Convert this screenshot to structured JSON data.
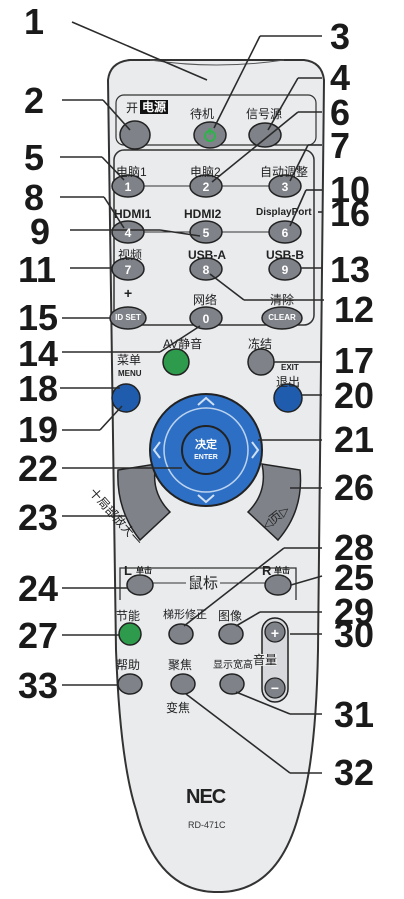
{
  "labels": {
    "open": "开",
    "power": "电源",
    "standby": "待机",
    "source": "信号源",
    "pc1": "电脑1",
    "pc2": "电脑2",
    "auto_adjust": "自动调整",
    "hdmi1": "HDMI1",
    "hdmi2": "HDMI2",
    "displayport": "DisplayPort",
    "video": "视频",
    "usb_a": "USB-A",
    "usb_b": "USB-B",
    "plus": "+",
    "network": "网络",
    "clear": "清除",
    "av_mute": "AV静音",
    "freeze": "冻结",
    "menu_cn": "菜单",
    "menu_en": "MENU",
    "exit_cn": "退出",
    "exit_en": "EXIT",
    "enter_cn": "决定",
    "enter_en": "ENTER",
    "zoom_text": "十局部放大一",
    "page_text": "◁页▷",
    "l_click_l": "L",
    "l_click_txt": "单击",
    "mouse": "鼠标",
    "r_click_r": "R",
    "r_click_txt": "单击",
    "eco": "节能",
    "keystone": "梯形修正",
    "picture": "图像",
    "volume": "音量",
    "help": "帮助",
    "focus": "聚焦",
    "zoom": "变焦",
    "aspect": "显示宽高",
    "brand": "NEC",
    "model": "RD-471C"
  },
  "keycaps": {
    "k1": "1",
    "k2": "2",
    "k3": "3",
    "k4": "4",
    "k5": "5",
    "k6": "6",
    "k7": "7",
    "k8": "8",
    "k9": "9",
    "k0": "0",
    "idset": "ID SET",
    "clear": "CLEAR",
    "vol_plus": "+",
    "vol_minus": "−"
  },
  "callouts": [
    "1",
    "2",
    "3",
    "4",
    "5",
    "6",
    "7",
    "8",
    "9",
    "10",
    "11",
    "12",
    "13",
    "14",
    "15",
    "16",
    "17",
    "18",
    "19",
    "20",
    "21",
    "22",
    "23",
    "24",
    "25",
    "26",
    "27",
    "28",
    "29",
    "30",
    "31",
    "32",
    "33"
  ],
  "colors": {
    "body": "#e9ebed",
    "button": "#7f8389",
    "standby_button": "#5a9c5e",
    "av_mute_button": "#2e9a4b",
    "eco_button": "#2e9a4b",
    "blue_button": "#1f5cad",
    "dpad": "#2d6fc4"
  },
  "icons": [
    "power-icon",
    "arrow-up-icon",
    "arrow-down-icon",
    "arrow-left-icon",
    "arrow-right-icon"
  ]
}
